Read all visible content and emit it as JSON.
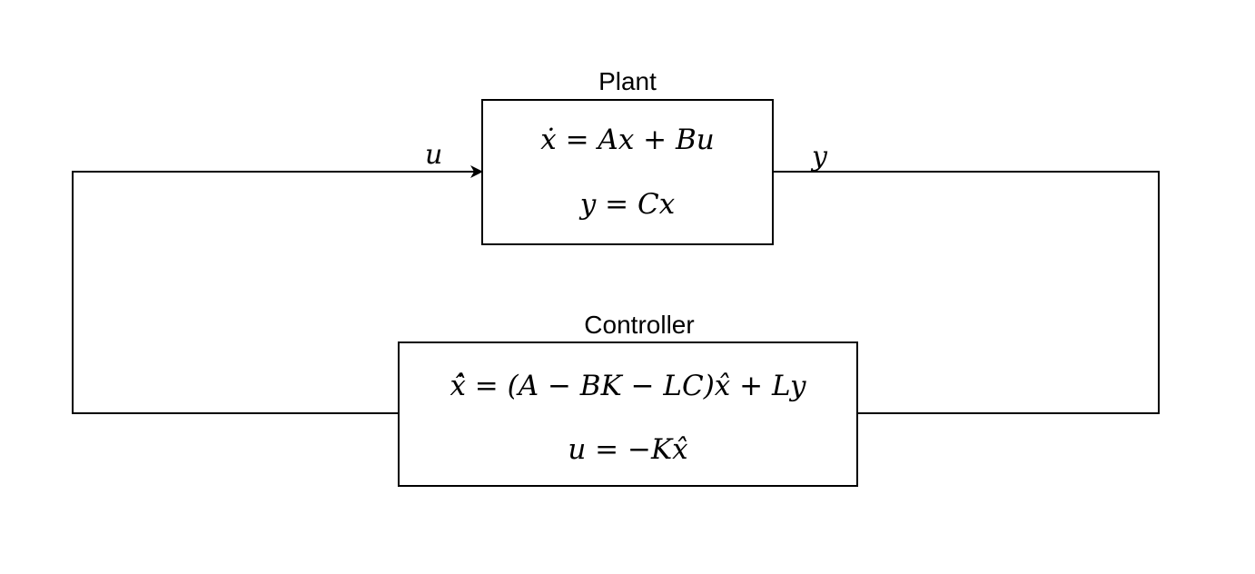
{
  "blocks": {
    "plant": {
      "title": "Plant",
      "equations": [
        "ẋ = Ax + Bu",
        "y = Cx"
      ]
    },
    "controller": {
      "title": "Controller",
      "equations": [
        "x̂̇ = (A − BK − LC)x̂ + Ly",
        "u = −Kx̂"
      ]
    }
  },
  "signals": {
    "input": "u",
    "output": "y"
  },
  "colors": {
    "line": "#000000",
    "background": "#ffffff"
  }
}
